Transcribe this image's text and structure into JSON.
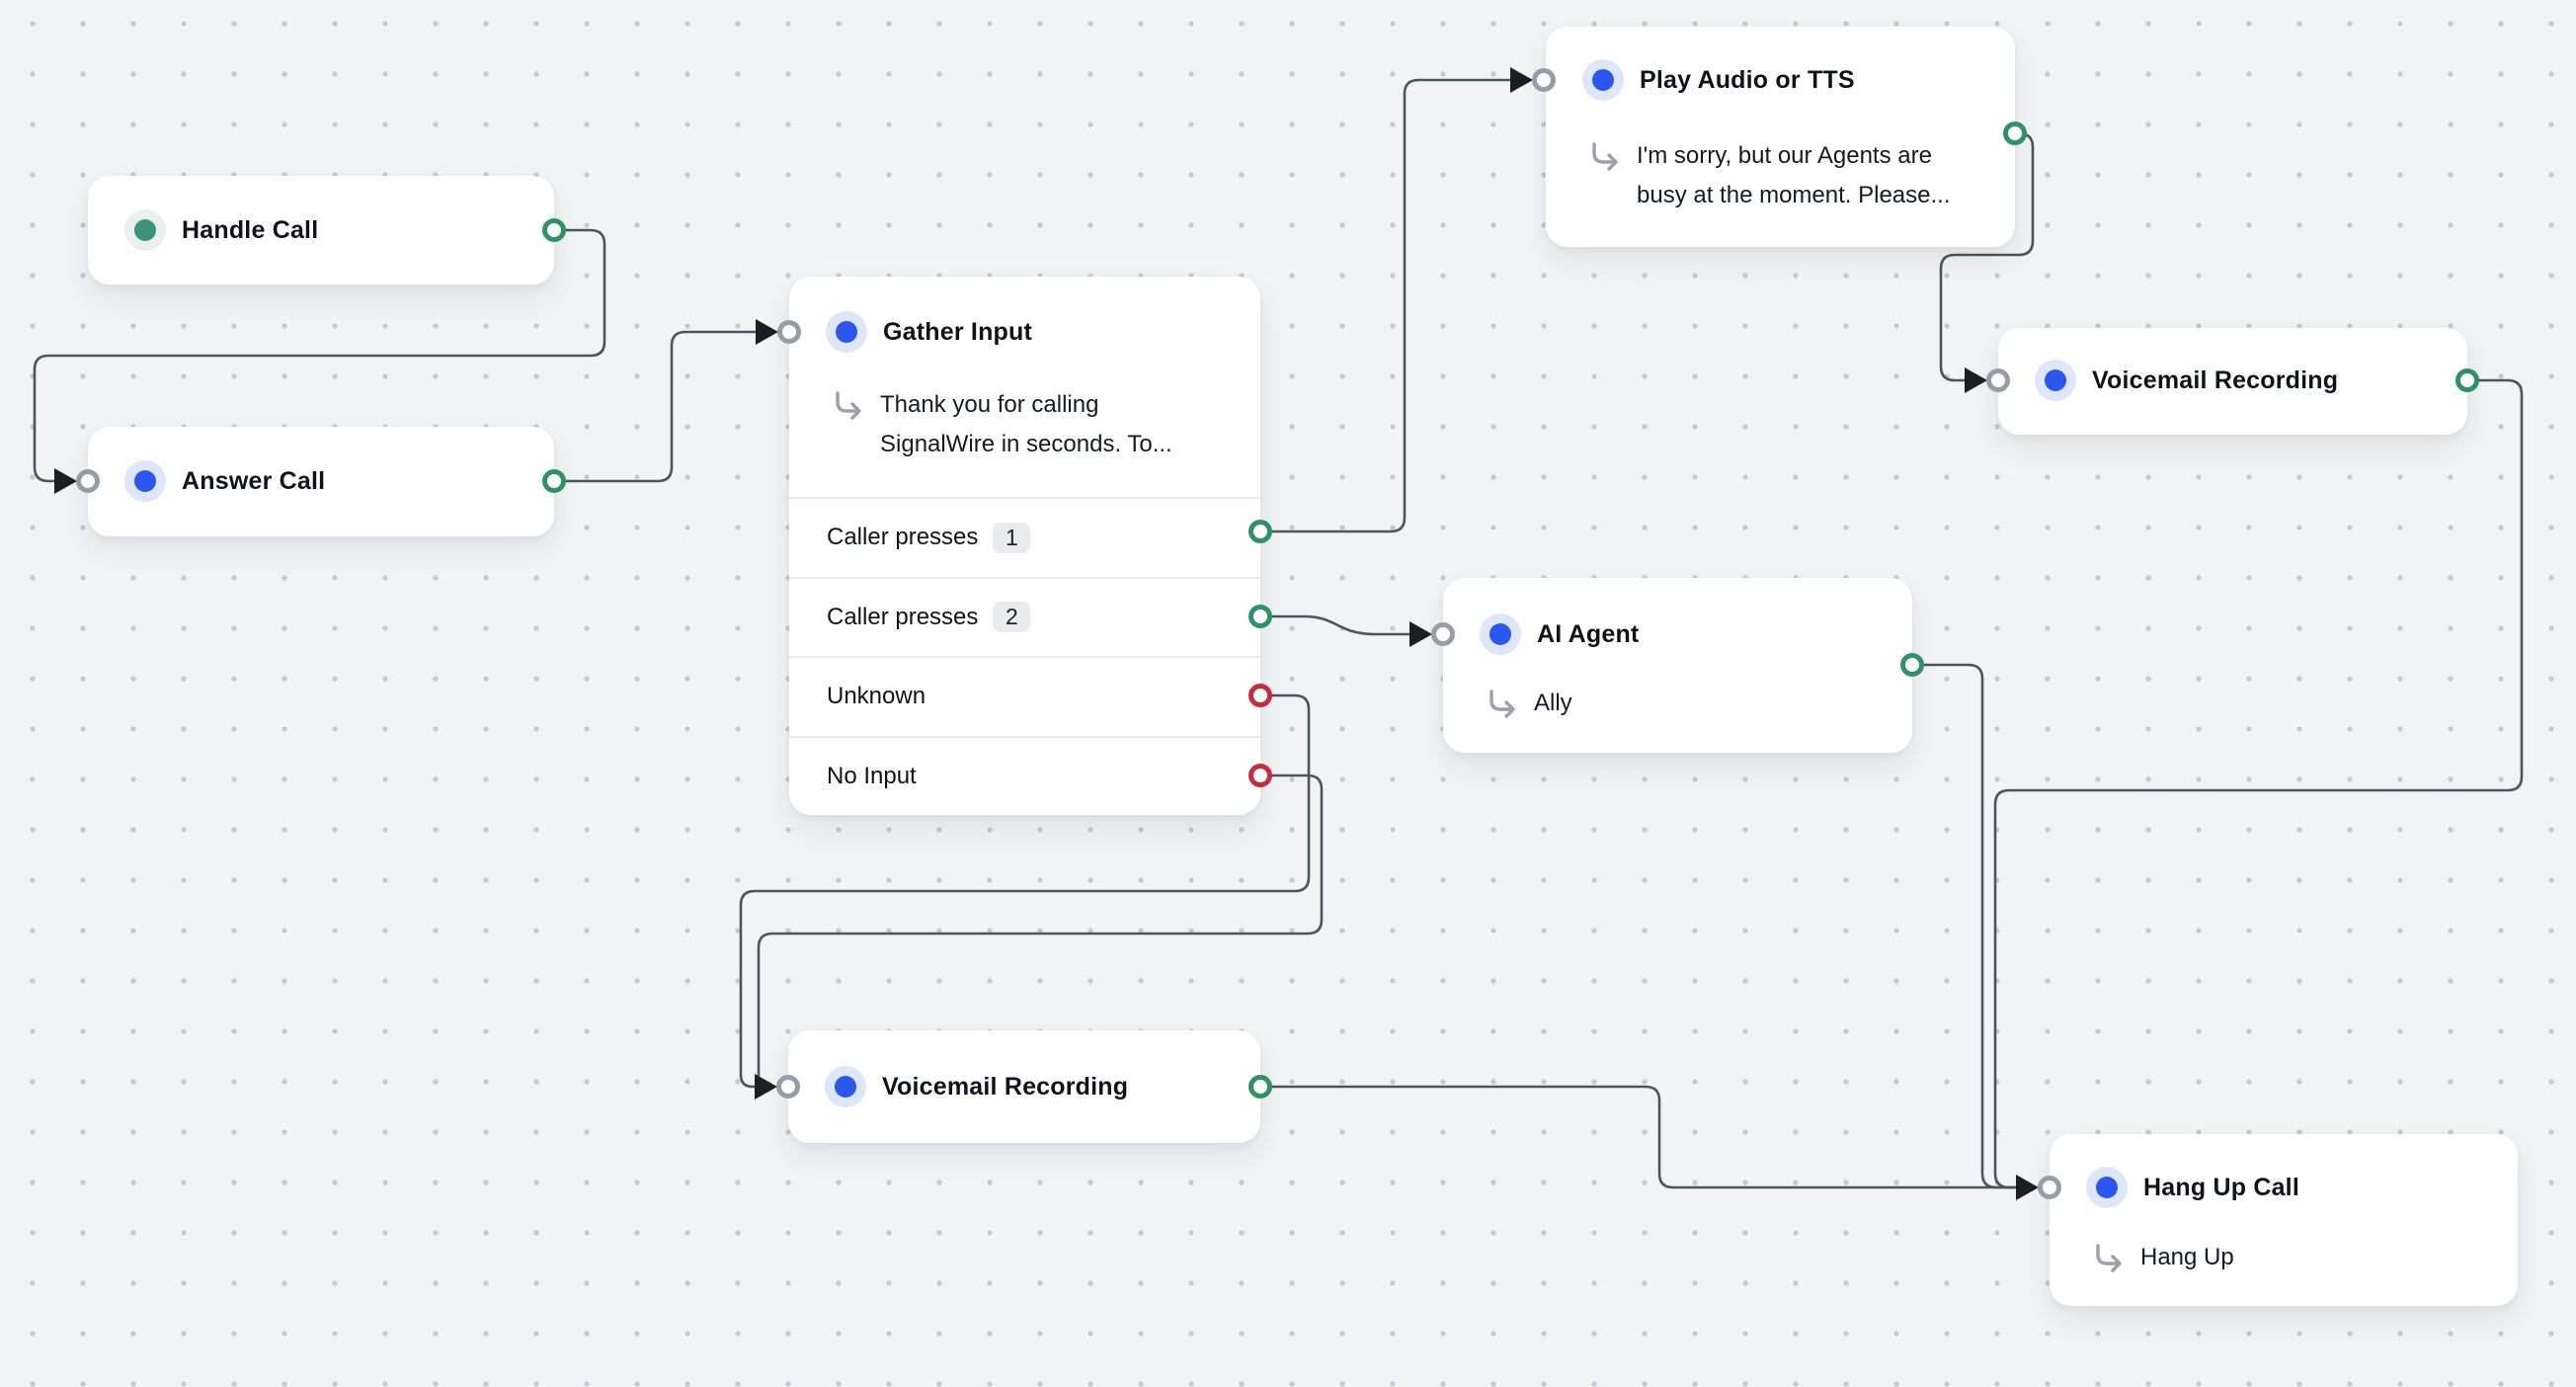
{
  "app": {
    "name": "call-flow-canvas"
  },
  "colors": {
    "canvas_background": "#f2f3f5",
    "grid_dot": "#c6cad0",
    "edge": "#4d545e",
    "success_port": "#2e9266",
    "error_port": "#c62c3c",
    "input_port": "#959da7",
    "input_arrow": "#1b1e23",
    "accent_blue": "#2b57ee",
    "accent_blue_halo": "#dee6fa",
    "accent_teal": "#3d9478",
    "accent_teal_halo": "#eaf0ed"
  },
  "nodes": {
    "handle_call": {
      "title": "Handle Call"
    },
    "answer_call": {
      "title": "Answer Call"
    },
    "gather_input": {
      "title": "Gather Input",
      "subtitle_lines": [
        "Thank you for calling",
        "SignalWire in seconds. To..."
      ],
      "outputs": [
        {
          "label": "Caller presses",
          "badge": "1",
          "type": "success"
        },
        {
          "label": "Caller presses",
          "badge": "2",
          "type": "success"
        },
        {
          "label": "Unknown",
          "type": "error"
        },
        {
          "label": "No Input",
          "type": "error"
        }
      ]
    },
    "play_audio": {
      "title": "Play Audio or TTS",
      "subtitle_lines": [
        "I'm sorry, but our Agents are",
        "busy at the moment. Please..."
      ]
    },
    "voicemail_recording_1": {
      "title": "Voicemail Recording"
    },
    "ai_agent": {
      "title": "AI Agent",
      "subtitle": "Ally"
    },
    "voicemail_recording_2": {
      "title": "Voicemail Recording"
    },
    "hang_up_call": {
      "title": "Hang Up Call",
      "subtitle": "Hang Up"
    }
  },
  "edges": [
    {
      "from": "handle-call",
      "to": "answer-call"
    },
    {
      "from": "answer-call",
      "to": "gather-input"
    },
    {
      "from": "gather-input",
      "output": "Caller presses 1",
      "to": "play-audio-or-tts"
    },
    {
      "from": "gather-input",
      "output": "Caller presses 2",
      "to": "ai-agent"
    },
    {
      "from": "play-audio-or-tts",
      "to": "voicemail-recording-1"
    },
    {
      "from": "gather-input",
      "output": "Unknown",
      "to": "voicemail-recording-2"
    },
    {
      "from": "gather-input",
      "output": "No Input",
      "to": "voicemail-recording-2"
    },
    {
      "from": "voicemail-recording-2",
      "to": "hang-up-call"
    },
    {
      "from": "ai-agent",
      "to": "hang-up-call"
    },
    {
      "from": "voicemail-recording-1",
      "to": "hang-up-call"
    }
  ]
}
